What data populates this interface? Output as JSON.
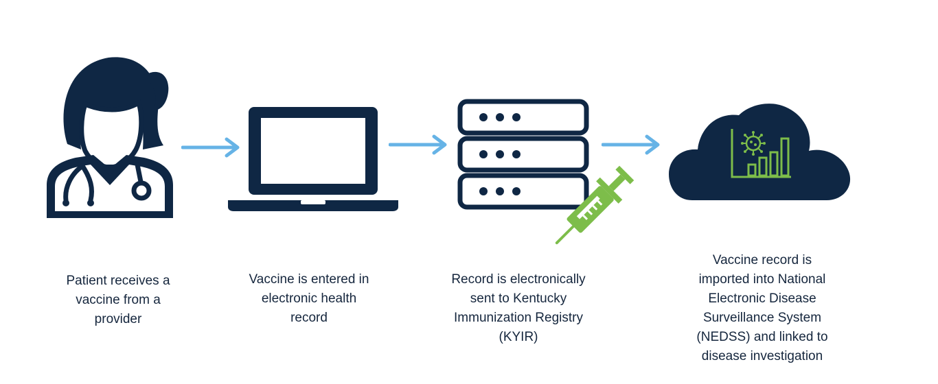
{
  "steps": [
    {
      "icon": "doctor-icon",
      "caption": "Patient receives a\nvaccine from a\nprovider"
    },
    {
      "icon": "laptop-icon",
      "caption": "Vaccine is entered in\nelectronic health\nrecord"
    },
    {
      "icon": "server-icon",
      "caption": "Record is electronically\nsent to Kentucky\nImmunization Registry\n(KYIR)"
    },
    {
      "icon": "cloud-icon",
      "caption": "Vaccine record is\nimported into National\nElectronic Disease\nSurveillance System\n(NEDSS) and linked to\ndisease investigation"
    }
  ],
  "colors": {
    "navy": "#0f2744",
    "arrow": "#66b3e6",
    "green": "#7dbd4a",
    "text": "#15263d"
  },
  "decor": {
    "syringe": "syringe-icon",
    "virus": "virus-icon",
    "bar_chart": "bar-chart-icon",
    "arrow": "arrow-right-icon"
  }
}
